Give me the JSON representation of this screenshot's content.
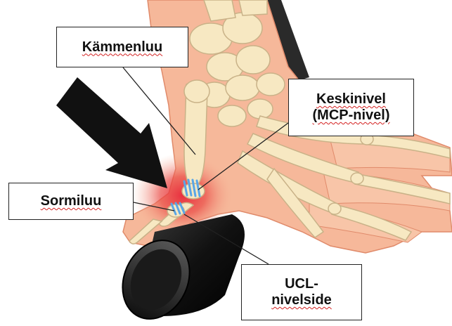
{
  "labels": {
    "metacarpal": "Kämmenluu",
    "mcp_line1": "Keskinivel",
    "mcp_line2": "(MCP-nivel)",
    "phalanx": "Sormiluu",
    "ucl_line1": "UCL-",
    "ucl_line2": "nivelside"
  },
  "colors": {
    "skin": "#f6b89a",
    "skin_outline": "#e08a6a",
    "bone": "#f7e8c2",
    "bone_outline": "#c9b288",
    "inflammation": "#e8283a",
    "ligament": "#5aa6e6",
    "arrow": "#111111",
    "ski_pole": "#1a1a1a",
    "spell_underline": "#d42020"
  }
}
